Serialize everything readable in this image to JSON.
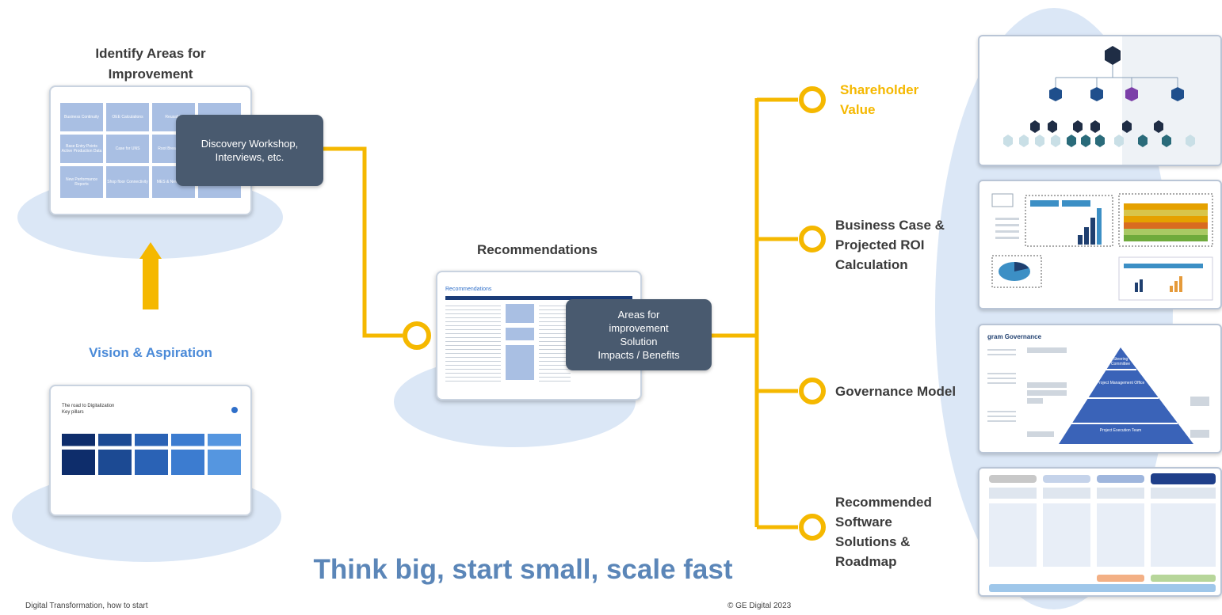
{
  "identify": {
    "title_line1": "Identify  Areas for",
    "title_line2": "Improvement",
    "cells": [
      "Business Continuity",
      "OEE Calculations",
      "Reusable",
      "LOSS",
      "Base Entry Points Active Production Data",
      "Case for UNS",
      "Root Breakdowns",
      "New Performance Reports",
      "Shop floor Connectivity",
      "MES & New Scope"
    ],
    "overlay_line1": "Discovery Workshop,",
    "overlay_line2": "Interviews, etc."
  },
  "vision": {
    "title": "Vision & Aspiration",
    "slide_title_line1": "The road to Digitalization",
    "slide_title_line2": "Key pillars"
  },
  "recommendations": {
    "title": "Recommendations",
    "slide_header": "Recommendations",
    "overlay_lines": [
      "Areas for",
      "improvement",
      "Solution",
      "Impacts / Benefits"
    ]
  },
  "branches": [
    {
      "lines": [
        "Shareholder",
        "Value"
      ],
      "highlight": true
    },
    {
      "lines": [
        "Business Case &",
        "Projected ROI",
        "Calculation"
      ],
      "highlight": false
    },
    {
      "lines": [
        "Governance Model"
      ],
      "highlight": false
    },
    {
      "lines": [
        "Recommended",
        "Software",
        "Solutions &",
        "Roadmap"
      ],
      "highlight": false
    }
  ],
  "governance_panel": {
    "title": "gram Governance",
    "levels": [
      "Steering Committee",
      "Project Management Office",
      "Project Execution Team"
    ]
  },
  "tagline": "Think big, start small, scale fast",
  "footer": {
    "left": "Digital Transformation, how to start",
    "right": "© GE Digital 2023"
  },
  "colors": {
    "connector": "#f5b800",
    "highlight_text": "#f5b800",
    "ellipse": "#dbe7f6",
    "dark_box": "#495a6f",
    "vision_title": "#4a8ad8",
    "tagline": "#5b86b8"
  }
}
